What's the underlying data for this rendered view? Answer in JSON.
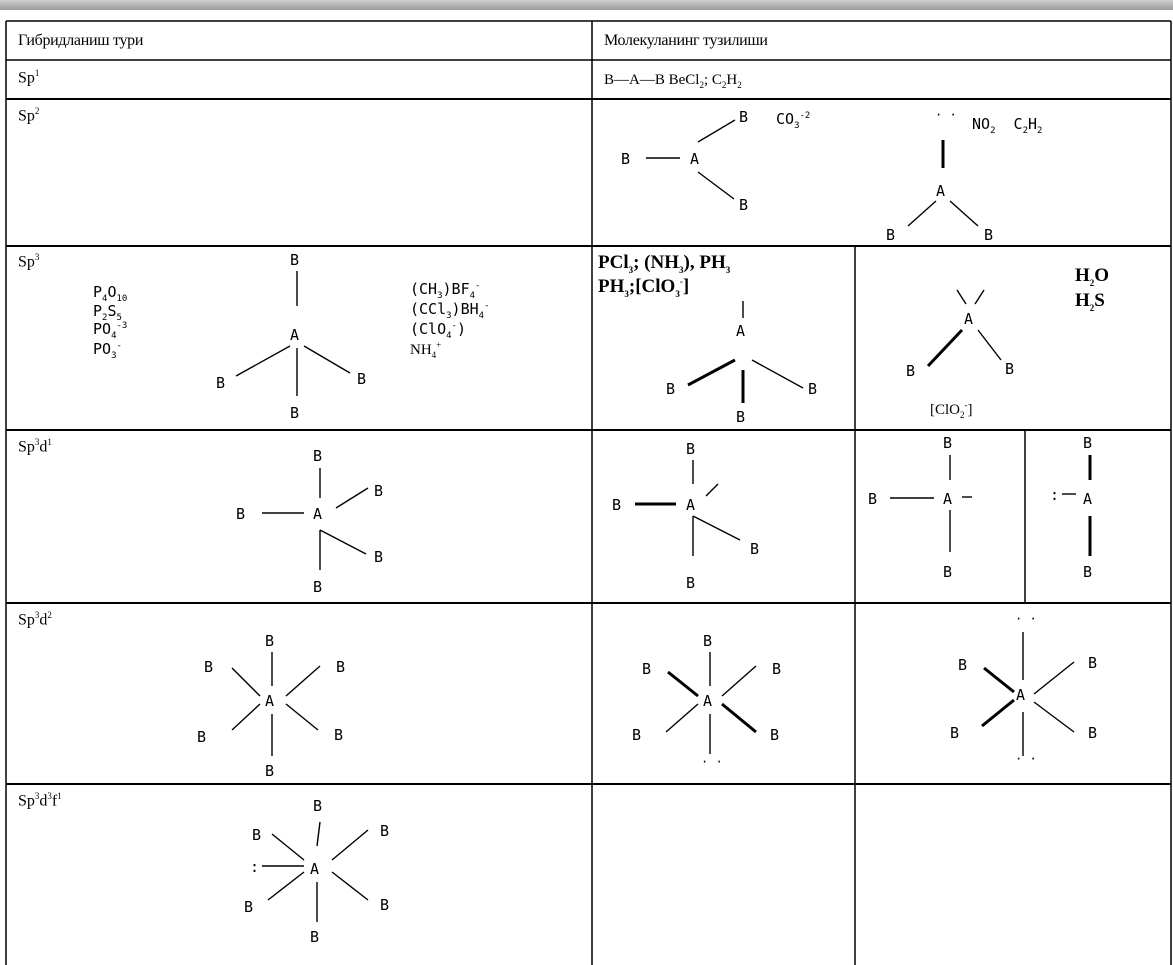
{
  "table": {
    "header": {
      "col1": "Гибридланиш тури",
      "col2": "Молекуланинг тузилиши"
    },
    "rows": {
      "sp1": {
        "label_base": "Sp",
        "label_sup": "1",
        "formula_text": "B—A—B  BeCl",
        "formula_sub1": "2",
        "formula_sep": ";  C",
        "formula_sub2": "2",
        "formula_h": "H",
        "formula_sub3": "2"
      },
      "sp2": {
        "label_base": "Sp",
        "label_sup": "2",
        "co3": "CO",
        "co3_sub": "3",
        "co3_sup": "-2",
        "no2": "NO",
        "no2_sub": "2",
        "c2h2": "C",
        "c2h2_sub1": "2",
        "c2h2_h": "H",
        "c2h2_sub2": "2",
        "dots": "· ·"
      },
      "sp3": {
        "label_base": "Sp",
        "label_sup": "3",
        "left_formulas": [
          "P",
          "P",
          "PO",
          "PO"
        ],
        "p4o10": {
          "a": "P",
          "a_sub": "4",
          "b": "O",
          "b_sub": "10"
        },
        "p2s5": {
          "a": "P",
          "a_sub": "2",
          "b": "S",
          "b_sub": "5"
        },
        "po4": {
          "a": "PO",
          "a_sub": "4",
          "a_sup": "-3"
        },
        "po3": {
          "a": "PO",
          "a_sub": "3",
          "a_sup": "-"
        },
        "ch3bf4": {
          "a": "(CH",
          "a_sub": "3",
          "b": ")BF",
          "b_sub": "4",
          "b_sup": "-"
        },
        "ccl3bh4": {
          "a": "(CCl",
          "a_sub": "3",
          "b": ")BH",
          "b_sub": "4",
          "b_sup": "-"
        },
        "clo4": {
          "a": "(ClO",
          "a_sub": "4",
          "a_sup": "-",
          "b": ")"
        },
        "nh4": {
          "a": "NH",
          "a_sub": "4",
          "a_sup": "+"
        },
        "mid_line1": {
          "a": "PCl",
          "a_sub": "3",
          "b": "; (NH",
          "b_sub": "3",
          "c": "),  PH",
          "c_sub": "3"
        },
        "mid_line2": {
          "a": "PH",
          "a_sub": "3",
          "b": ";[ClO",
          "b_sub": "3",
          "b_sup": "-",
          "c": "]"
        },
        "h2o": {
          "a": "H",
          "a_sub": "2",
          "b": "O"
        },
        "h2s": {
          "a": "H",
          "a_sub": "2",
          "b": "S"
        },
        "clo2": {
          "a": "[ClO",
          "a_sub": "2",
          "a_sup": "-",
          "b": "]"
        }
      },
      "sp3d1": {
        "label_base": "Sp",
        "label_sup": "3",
        "label_d": "d",
        "label_dsup": "1"
      },
      "sp3d2": {
        "label_base": "Sp",
        "label_sup": "3",
        "label_d": "d",
        "label_dsup": "2"
      },
      "sp3d3f1": {
        "label_base": "Sp",
        "label_sup": "3",
        "label_d": "d",
        "label_dsup": "3",
        "label_f": "f",
        "label_fsup": "1"
      }
    },
    "atoms": {
      "a": "A",
      "b": "B",
      "lone": ":",
      "dots": "· ·"
    }
  }
}
